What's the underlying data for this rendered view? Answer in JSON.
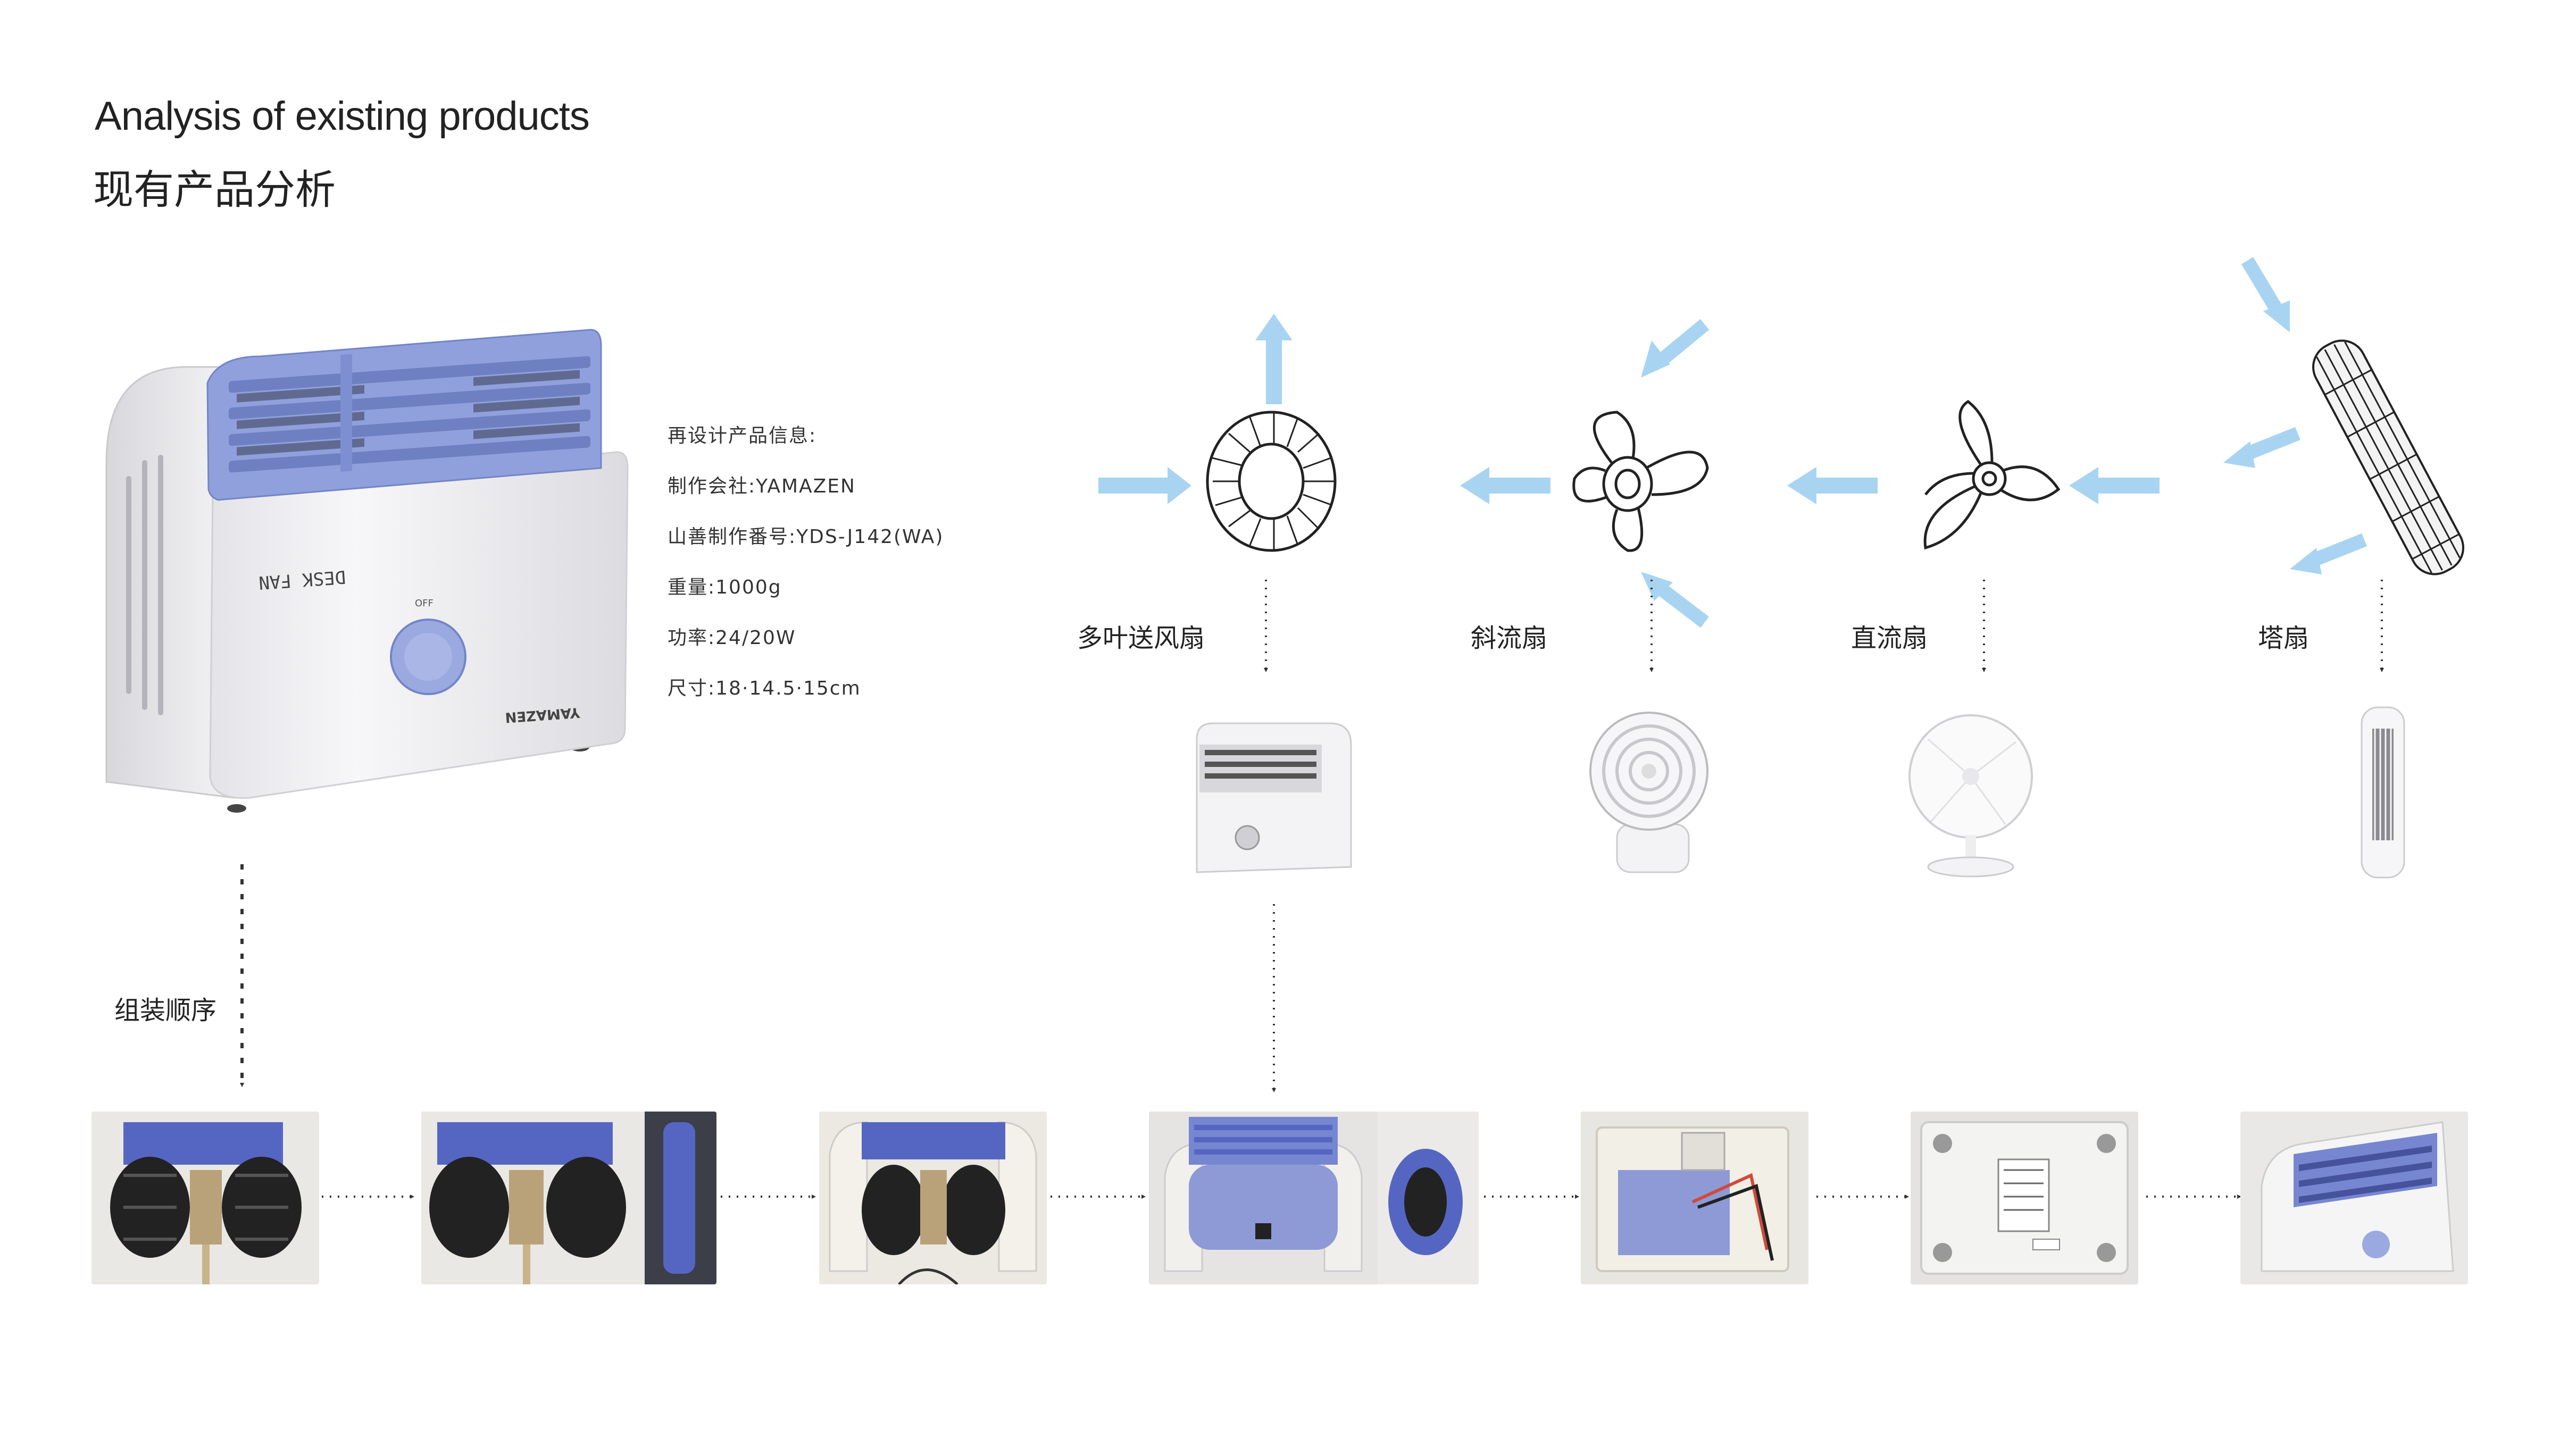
{
  "header": {
    "title_en": "Analysis of existing products",
    "title_cn": "现有产品分析"
  },
  "product_info": {
    "heading": "再设计产品信息:",
    "maker": "制作会社:YAMAZEN",
    "model": "山善制作番号:YDS-J142(WA)",
    "weight": "重量:1000g",
    "power": "功率:24/20W",
    "size": "尺寸:18·14.5·15cm"
  },
  "product_print": {
    "brand": "YAMAZEN",
    "desk_fan": "DESK FAN",
    "off": "OFF"
  },
  "fan_types": [
    {
      "label": "多叶送风扇",
      "icon": "centrifugal-blower-wheel-icon"
    },
    {
      "label": "斜流扇",
      "icon": "mixed-flow-fan-icon"
    },
    {
      "label": "直流扇",
      "icon": "axial-propeller-icon"
    },
    {
      "label": "塔扇",
      "icon": "cross-flow-impeller-icon"
    }
  ],
  "assembly": {
    "label": "组装顺序",
    "steps": 7
  },
  "colors": {
    "accent_blue": "#8fa0dc",
    "airflow_arrow": "#a8d4f2",
    "arrow_dark": "#333333"
  }
}
